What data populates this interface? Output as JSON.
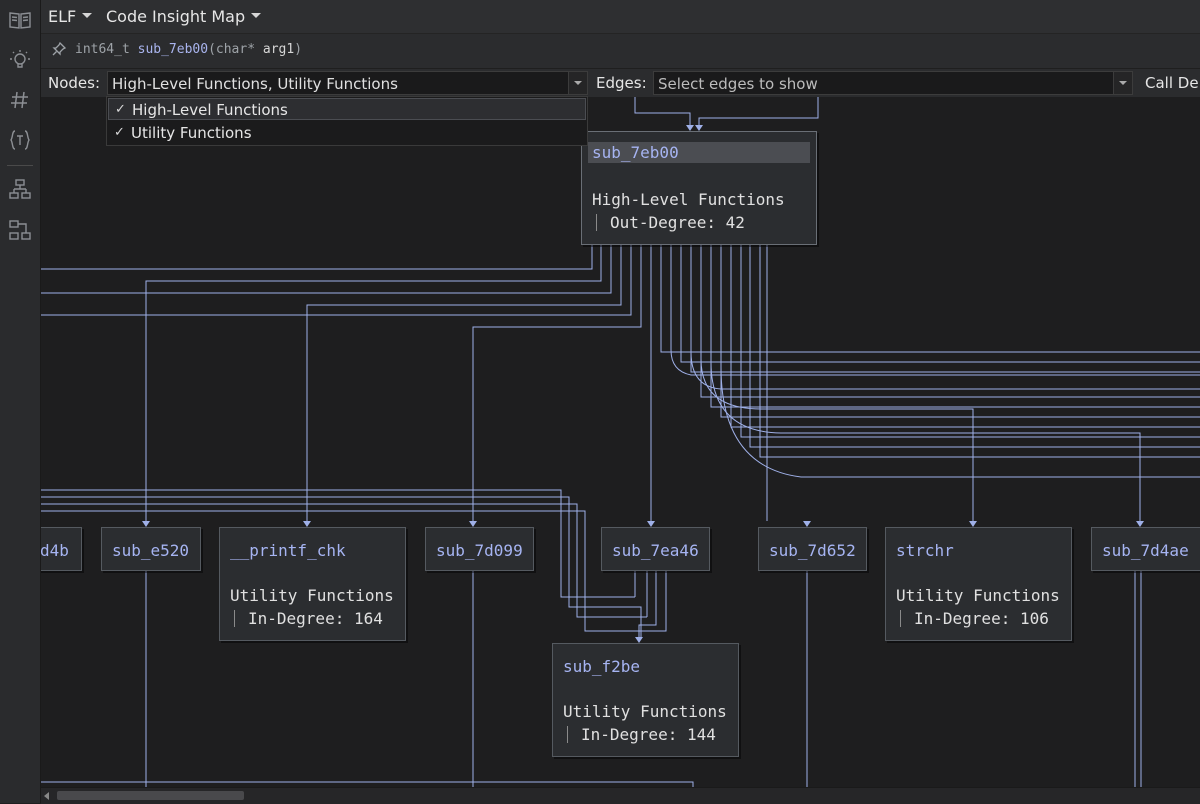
{
  "topbar": {
    "view_type": "ELF",
    "view_mode": "Code Insight Map"
  },
  "signature": {
    "return_type": "int64_t",
    "function_name": "sub_7eb00",
    "open_paren": "(",
    "param_type": "char*",
    "param_name": "arg1",
    "close_paren": ")"
  },
  "filters": {
    "nodes_label": "Nodes:",
    "nodes_value": "High-Level Functions, Utility Functions",
    "edges_label": "Edges:",
    "edges_placeholder": "Select edges to show",
    "call_depth_label": "Call De"
  },
  "node_dropdown": {
    "options": [
      {
        "label": "High-Level Functions",
        "checked": true
      },
      {
        "label": "Utility Functions",
        "checked": true
      }
    ]
  },
  "graph": {
    "nodes": [
      {
        "id": "n_root",
        "name": "sub_7eb00",
        "group": "High-Level Functions",
        "metric": "Out-Degree: 42",
        "selected": true
      },
      {
        "id": "n_d4b",
        "name": "d4b"
      },
      {
        "id": "n_e520",
        "name": "sub_e520"
      },
      {
        "id": "n_printf",
        "name": "__printf_chk",
        "group": "Utility Functions",
        "metric": "In-Degree: 164"
      },
      {
        "id": "n_7d099",
        "name": "sub_7d099"
      },
      {
        "id": "n_7ea46",
        "name": "sub_7ea46"
      },
      {
        "id": "n_7d652",
        "name": "sub_7d652"
      },
      {
        "id": "n_strchr",
        "name": "strchr",
        "group": "Utility Functions",
        "metric": "In-Degree: 106"
      },
      {
        "id": "n_7d4ae",
        "name": "sub_7d4ae"
      },
      {
        "id": "n_f2be",
        "name": "sub_f2be",
        "group": "Utility Functions",
        "metric": "In-Degree: 144"
      }
    ]
  },
  "colors": {
    "edge": "#9fb0e8",
    "node_name": "#a6b4f2",
    "background": "#1e1e1f"
  },
  "sidebar": {
    "icons": [
      "book-icon",
      "lightbulb-icon",
      "hash-icon",
      "variable-braces-icon",
      "hierarchy-icon",
      "graph-nodes-icon"
    ]
  }
}
